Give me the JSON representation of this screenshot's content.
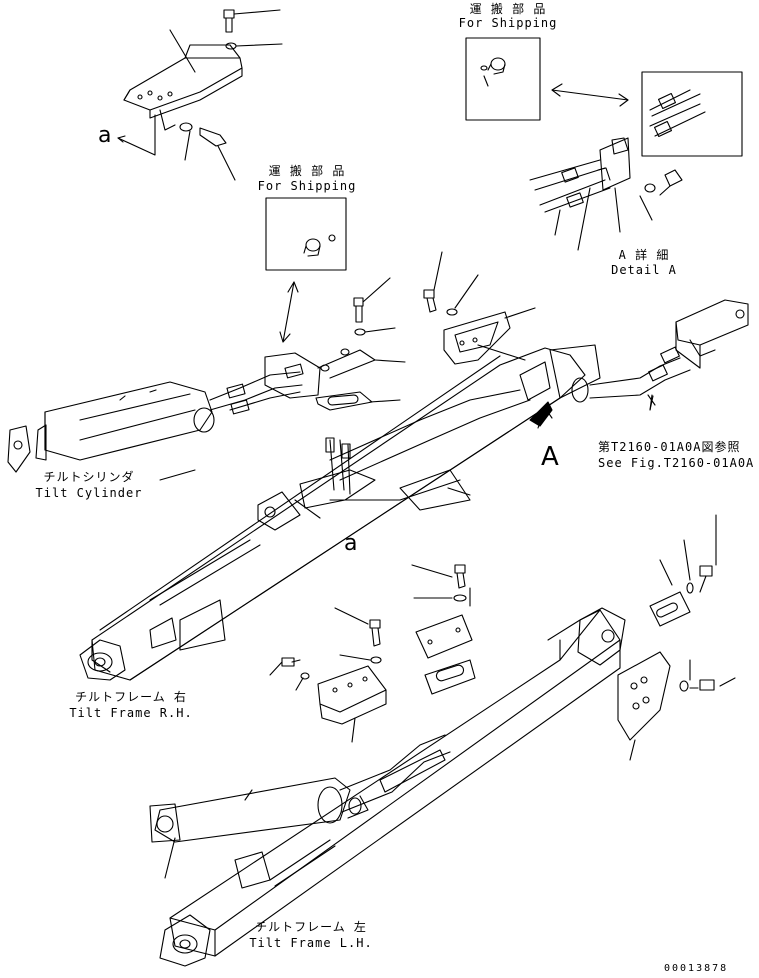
{
  "shipping_top": {
    "jp": "運 搬 部 品",
    "en": "For Shipping"
  },
  "shipping_mid": {
    "jp": "運 搬 部 品",
    "en": "For Shipping"
  },
  "detail": {
    "jp": "A 詳 細",
    "en": "Detail A"
  },
  "see_fig": {
    "jp": "第T2160-01A0A図参照",
    "en": "See Fig.T2160-01A0A"
  },
  "tilt_cylinder": {
    "jp": "チルトシリンダ",
    "en": "Tilt Cylinder"
  },
  "frame_rh": {
    "jp": "チルトフレーム 右",
    "en": "Tilt Frame R.H."
  },
  "frame_lh": {
    "jp": "チルトフレーム 左",
    "en": "Tilt Frame L.H."
  },
  "view_markers": {
    "a_lower": "a",
    "A_upper": "A"
  },
  "sheet_number": "00013878"
}
